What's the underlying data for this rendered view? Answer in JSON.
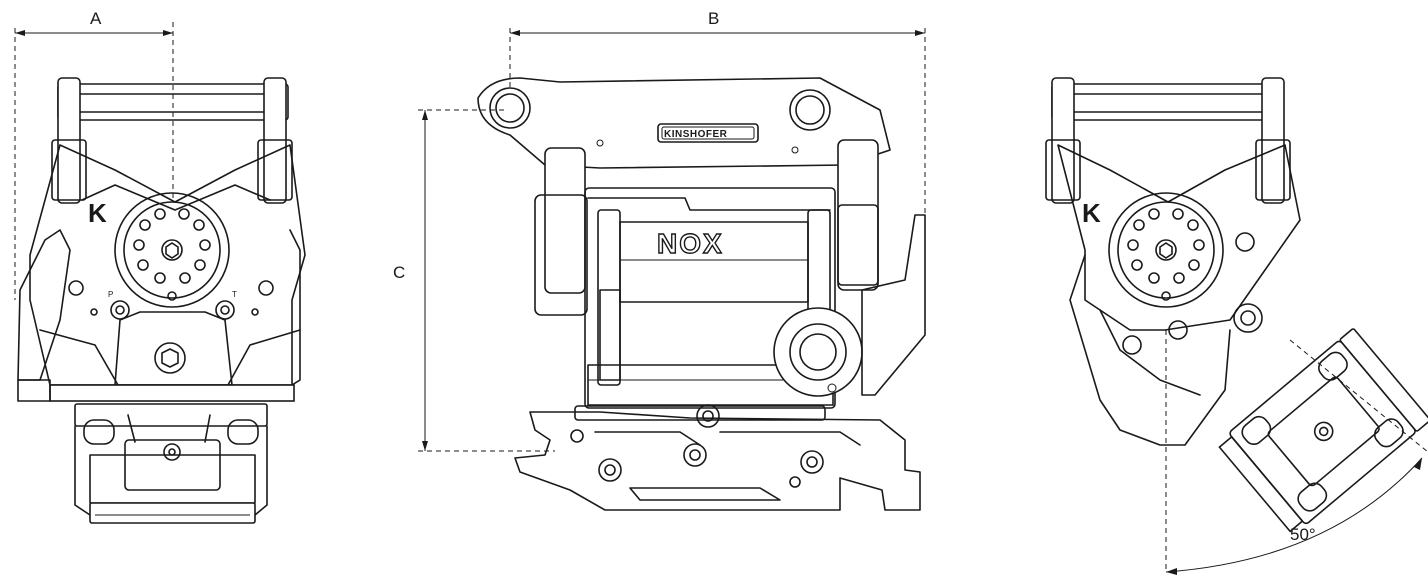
{
  "dimensions": {
    "a_label": "A",
    "b_label": "B",
    "c_label": "C",
    "angle_label": "50°"
  },
  "markings": {
    "brand_plate": "KINSHOFER",
    "product_logo": "NOX",
    "port_p": "P",
    "port_t": "T",
    "logo_k": "K"
  },
  "colors": {
    "line": "#1a1a1a",
    "background": "#ffffff"
  }
}
